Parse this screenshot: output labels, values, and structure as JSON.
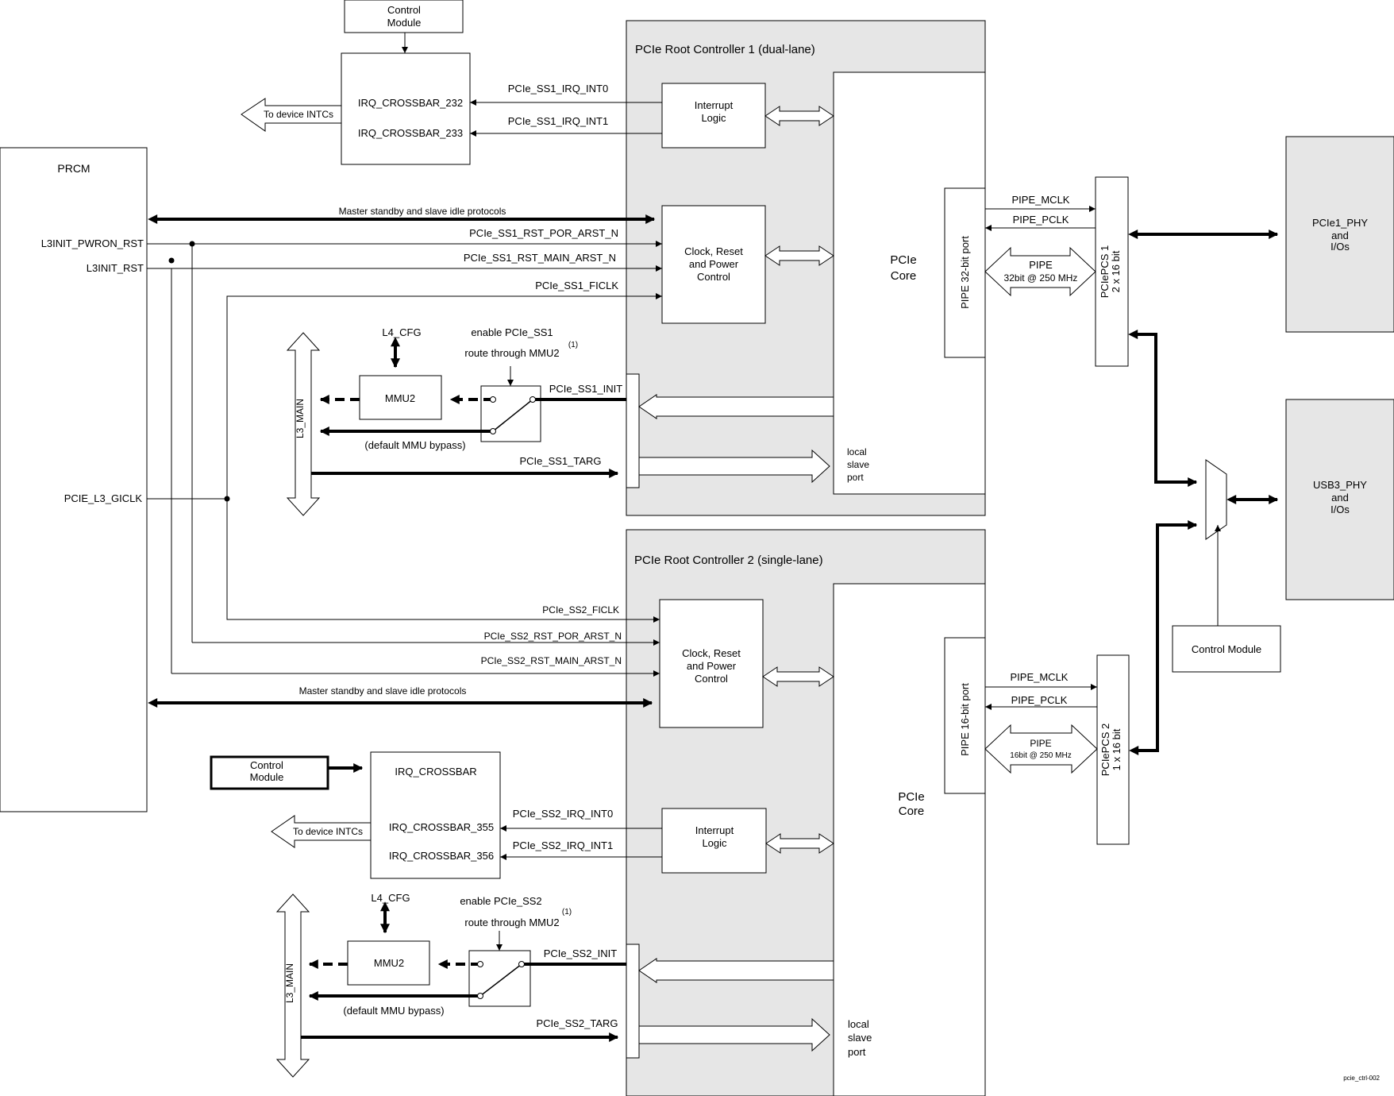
{
  "labels": {
    "ctrl_module_top": [
      "Control",
      "Module"
    ],
    "irq_crossbar_232": "IRQ_CROSSBAR_232",
    "irq_crossbar_233": "IRQ_CROSSBAR_233",
    "to_device_intcs_1": "To device INTCs",
    "ss1_irq_int0": "PCIe_SS1_IRQ_INT0",
    "ss1_irq_int1": "PCIe_SS1_IRQ_INT1",
    "prc1_title": "PCIe Root Controller 1 (dual-lane)",
    "interrupt_logic_1": [
      "Interrupt",
      "Logic"
    ],
    "clock_reset_power_1": [
      "Clock, Reset",
      "and  Power",
      "Control"
    ],
    "pcie_core_1": [
      "PCIe",
      "Core"
    ],
    "pipe_32bit_port": "PIPE 32-bit port",
    "local_slave_port_1": [
      "local",
      "slave",
      "port"
    ],
    "prcm": "PRCM",
    "l3init_pwron_rst": "L3INIT_PWRON_RST",
    "l3init_rst": "L3INIT_RST",
    "pcie_l3_giclk": "PCIE_L3_GICLK",
    "master_standby_1": "Master standby and slave idle protocols",
    "ss1_rst_por": "PCIe_SS1_RST_POR_ARST_N",
    "ss1_rst_main": "PCIe_SS1_RST_MAIN_ARST_N",
    "ss1_ficlk": "PCIe_SS1_FICLK",
    "l4_cfg_1": "L4_CFG",
    "enable_ss1": "enable PCIe_SS1",
    "route_mmu2_1": "route through MMU2",
    "footnote_1": "(1)",
    "mmu2_1": "MMU2",
    "l3_main_1": "L3_MAIN",
    "ss1_init": "PCIe_SS1_INIT",
    "default_bypass_1": "(default MMU bypass)",
    "ss1_targ": "PCIe_SS1_TARG",
    "pipe_mclk_1": "PIPE_MCLK",
    "pipe_pclk_1": "PIPE_PCLK",
    "pipe_1": [
      "PIPE",
      "32bit @ 250 MHz"
    ],
    "pciepcs1": [
      "PCIePCS 1",
      "2 x 16 bit"
    ],
    "pcie1_phy": [
      "PCIe1_PHY",
      "and",
      "I/Os"
    ],
    "usb3_phy": [
      "USB3_PHY",
      "and",
      "I/Os"
    ],
    "ctrl_module_right": "Control Module",
    "prc2_title": "PCIe Root Controller 2 (single-lane)",
    "ss2_ficlk": "PCIe_SS2_FICLK",
    "ss2_rst_por": "PCIe_SS2_RST_POR_ARST_N",
    "ss2_rst_main": "PCIe_SS2_RST_MAIN_ARST_N",
    "master_standby_2": "Master standby and slave idle protocols",
    "clock_reset_power_2": [
      "Clock, Reset",
      "and  Power",
      "Control"
    ],
    "pipe_16bit_port": "PIPE 16-bit port",
    "pipe_mclk_2": "PIPE_MCLK",
    "pipe_pclk_2": "PIPE_PCLK",
    "pipe_2": [
      "PIPE",
      "16bit @ 250 MHz"
    ],
    "pciepcs2": [
      "PCIePCS 2",
      "1 x 16 bit"
    ],
    "pcie_core_2": [
      "PCIe",
      "Core"
    ],
    "ctrl_module_bottom": [
      "Control",
      "Module"
    ],
    "irq_crossbar": "IRQ_CROSSBAR",
    "irq_crossbar_355": "IRQ_CROSSBAR_355",
    "irq_crossbar_356": "IRQ_CROSSBAR_356",
    "to_device_intcs_2": "To device INTCs",
    "ss2_irq_int0": "PCIe_SS2_IRQ_INT0",
    "ss2_irq_int1": "PCIe_SS2_IRQ_INT1",
    "interrupt_logic_2": [
      "Interrupt",
      "Logic"
    ],
    "l4_cfg_2": "L4_CFG",
    "enable_ss2": "enable PCIe_SS2",
    "route_mmu2_2": "route through MMU2",
    "footnote_2": "(1)",
    "mmu2_2": "MMU2",
    "l3_main_2": "L3_MAIN",
    "ss2_init": "PCIe_SS2_INIT",
    "default_bypass_2": "(default MMU bypass)",
    "ss2_targ": "PCIe_SS2_TARG",
    "local_slave_port_2": [
      "local",
      "slave",
      "port"
    ],
    "figure_id": "pcie_ctrl-002"
  }
}
